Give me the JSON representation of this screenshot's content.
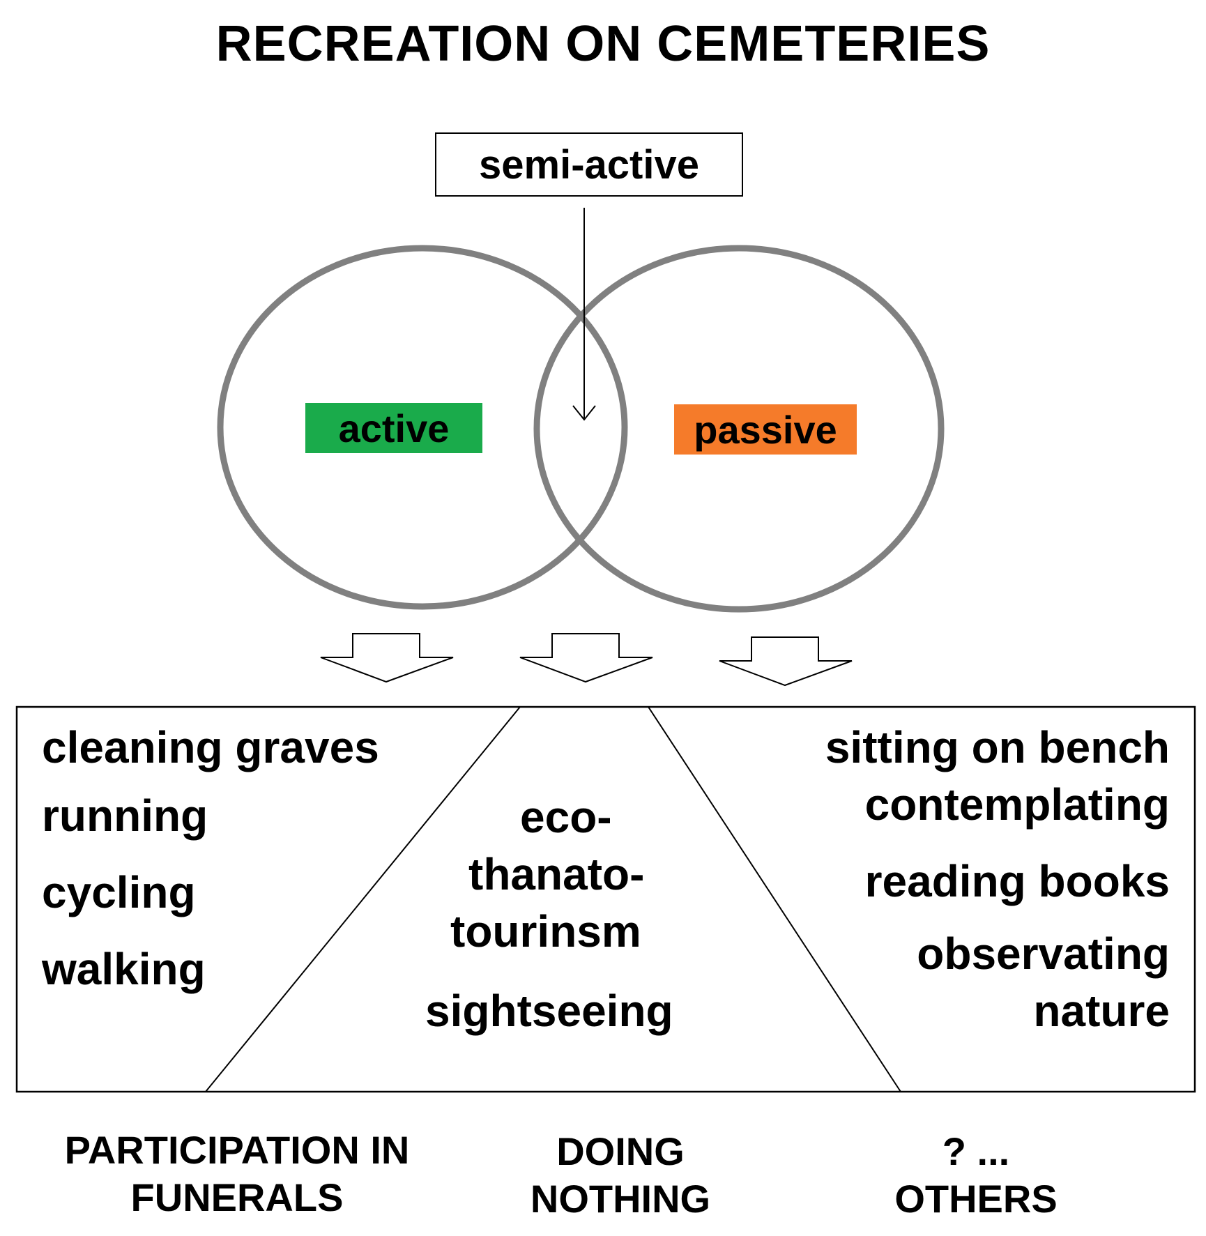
{
  "title": "RECREATION ON CEMETERIES",
  "semi_active_label": "semi-active",
  "categories": {
    "active": {
      "label": "active",
      "color": "#1aab4b"
    },
    "passive": {
      "label": "passive",
      "color": "#f57b2a"
    }
  },
  "active_activities": [
    "cleaning graves",
    "running",
    "cycling",
    "walking"
  ],
  "semi_active_activities": [
    "eco-",
    "thanato-",
    "tourinsm",
    "sightseeing"
  ],
  "passive_activities": [
    "sitting on bench",
    "contemplating",
    "reading books",
    "observating",
    "nature"
  ],
  "bottom_labels": {
    "left": [
      "PARTICIPATION IN",
      "FUNERALS"
    ],
    "center": [
      "DOING",
      "NOTHING"
    ],
    "right": [
      "? ...",
      "OTHERS"
    ]
  },
  "colors": {
    "circle_stroke": "#808080",
    "line": "#000000"
  }
}
